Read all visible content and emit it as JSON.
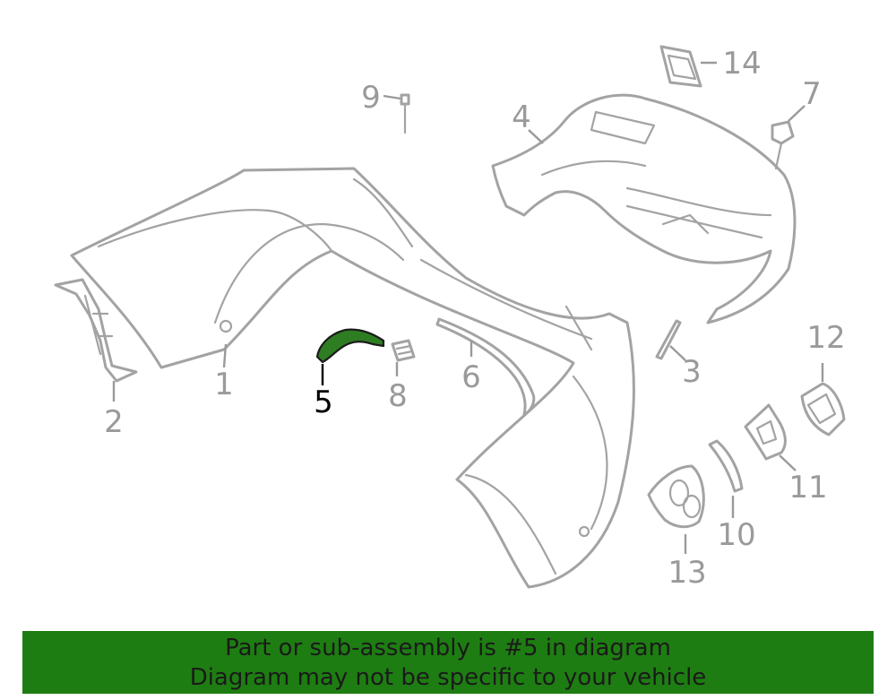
{
  "diagram": {
    "highlight_color": "#2e7d22",
    "callouts": [
      {
        "id": "1",
        "label": "1",
        "highlighted": false
      },
      {
        "id": "2",
        "label": "2",
        "highlighted": false
      },
      {
        "id": "3",
        "label": "3",
        "highlighted": false
      },
      {
        "id": "4",
        "label": "4",
        "highlighted": false
      },
      {
        "id": "5",
        "label": "5",
        "highlighted": true
      },
      {
        "id": "6",
        "label": "6",
        "highlighted": false
      },
      {
        "id": "7",
        "label": "7",
        "highlighted": false
      },
      {
        "id": "8",
        "label": "8",
        "highlighted": false
      },
      {
        "id": "9",
        "label": "9",
        "highlighted": false
      },
      {
        "id": "10",
        "label": "10",
        "highlighted": false
      },
      {
        "id": "11",
        "label": "11",
        "highlighted": false
      },
      {
        "id": "12",
        "label": "12",
        "highlighted": false
      },
      {
        "id": "13",
        "label": "13",
        "highlighted": false
      },
      {
        "id": "14",
        "label": "14",
        "highlighted": false
      }
    ]
  },
  "banner": {
    "color": "#1e7d12",
    "line1": "Part or sub-assembly is #5 in diagram",
    "line2": "Diagram may not be specific to your vehicle"
  }
}
